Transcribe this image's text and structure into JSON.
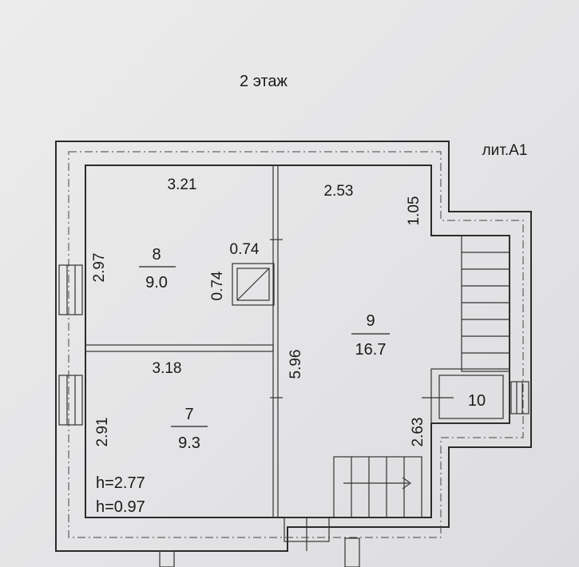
{
  "title": "2 этаж",
  "liter": "лит.А1",
  "rooms": [
    {
      "number": "8",
      "area": "9.0"
    },
    {
      "number": "7",
      "area": "9.3"
    },
    {
      "number": "9",
      "area": "16.7"
    },
    {
      "number": "10",
      "area": ""
    }
  ],
  "dimensions": {
    "d321": "3.21",
    "d297": "2.97",
    "d074a": "0.74",
    "d074b": "0.74",
    "d318": "3.18",
    "d291": "2.91",
    "d253": "2.53",
    "d105": "1.05",
    "d596": "5.96",
    "d263": "2.63"
  },
  "heights": [
    "h=2.77",
    "h=0.97"
  ]
}
